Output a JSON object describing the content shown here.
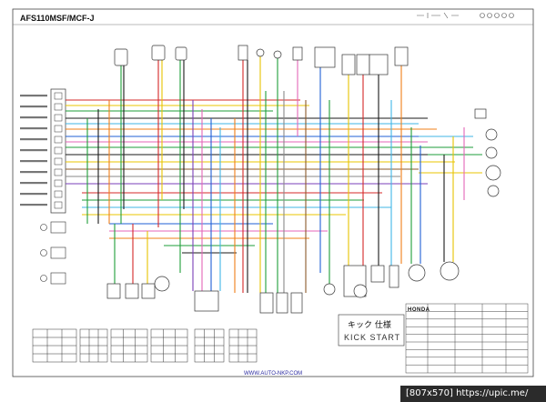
{
  "diagram": {
    "model_title": "AFS110MSF/MCF-J",
    "website": "WWW.AUTO-NKP.COM",
    "kick_note_jp": "キック 仕様",
    "kick_note_en": "KICK START",
    "maker": "HONDA"
  },
  "watermark": {
    "text": "[807x570] https://upic.me/"
  },
  "wire_colors": {
    "black": "#1a1a1a",
    "red": "#d62828",
    "green": "#1e9e3a",
    "yellow": "#e8c400",
    "blue": "#1f5fd6",
    "light_blue": "#3fb6e6",
    "orange": "#f07f17",
    "pink": "#e466b8",
    "brown": "#8b5a2b",
    "gray": "#8a8a8a",
    "white": "#cfcfcf",
    "violet": "#7a3fb8"
  }
}
